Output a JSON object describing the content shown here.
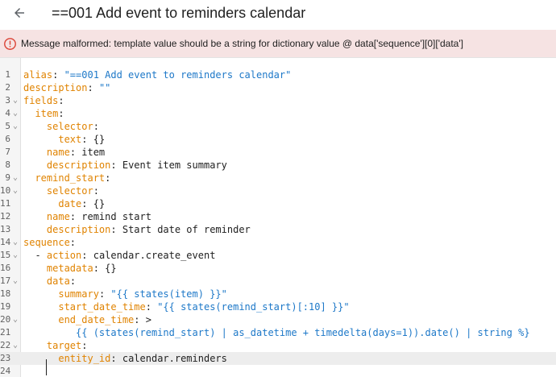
{
  "header": {
    "title": "==001 Add event to reminders calendar",
    "back_icon": "arrow-left-icon"
  },
  "alert": {
    "message": "Message malformed: template value should be a string for dictionary value @ data['sequence'][0]['data']",
    "icon": "error-circle-icon",
    "color": "#db4437",
    "background": "#f6e3e3"
  },
  "editor": {
    "lines": [
      {
        "n": "1",
        "fold": "",
        "parts": [
          {
            "c": "k",
            "t": "alias"
          },
          {
            "c": "p",
            "t": ": "
          },
          {
            "c": "s",
            "t": "\"==001 Add event to reminders calendar\""
          }
        ]
      },
      {
        "n": "2",
        "fold": "",
        "parts": [
          {
            "c": "k",
            "t": "description"
          },
          {
            "c": "p",
            "t": ": "
          },
          {
            "c": "s",
            "t": "\"\""
          }
        ]
      },
      {
        "n": "3",
        "fold": "⌄",
        "parts": [
          {
            "c": "k",
            "t": "fields"
          },
          {
            "c": "p",
            "t": ":"
          }
        ]
      },
      {
        "n": "4",
        "fold": "⌄",
        "parts": [
          {
            "c": "p",
            "t": "  "
          },
          {
            "c": "k",
            "t": "item"
          },
          {
            "c": "p",
            "t": ":"
          }
        ]
      },
      {
        "n": "5",
        "fold": "⌄",
        "parts": [
          {
            "c": "p",
            "t": "    "
          },
          {
            "c": "k",
            "t": "selector"
          },
          {
            "c": "p",
            "t": ":"
          }
        ]
      },
      {
        "n": "6",
        "fold": "",
        "parts": [
          {
            "c": "p",
            "t": "      "
          },
          {
            "c": "k",
            "t": "text"
          },
          {
            "c": "p",
            "t": ": {}"
          }
        ]
      },
      {
        "n": "7",
        "fold": "",
        "parts": [
          {
            "c": "p",
            "t": "    "
          },
          {
            "c": "k",
            "t": "name"
          },
          {
            "c": "p",
            "t": ": item"
          }
        ]
      },
      {
        "n": "8",
        "fold": "",
        "parts": [
          {
            "c": "p",
            "t": "    "
          },
          {
            "c": "k",
            "t": "description"
          },
          {
            "c": "p",
            "t": ": Event item summary"
          }
        ]
      },
      {
        "n": "9",
        "fold": "⌄",
        "parts": [
          {
            "c": "p",
            "t": "  "
          },
          {
            "c": "k",
            "t": "remind_start"
          },
          {
            "c": "p",
            "t": ":"
          }
        ]
      },
      {
        "n": "10",
        "fold": "⌄",
        "parts": [
          {
            "c": "p",
            "t": "    "
          },
          {
            "c": "k",
            "t": "selector"
          },
          {
            "c": "p",
            "t": ":"
          }
        ]
      },
      {
        "n": "11",
        "fold": "",
        "parts": [
          {
            "c": "p",
            "t": "      "
          },
          {
            "c": "k",
            "t": "date"
          },
          {
            "c": "p",
            "t": ": {}"
          }
        ]
      },
      {
        "n": "12",
        "fold": "",
        "parts": [
          {
            "c": "p",
            "t": "    "
          },
          {
            "c": "k",
            "t": "name"
          },
          {
            "c": "p",
            "t": ": remind start"
          }
        ]
      },
      {
        "n": "13",
        "fold": "",
        "parts": [
          {
            "c": "p",
            "t": "    "
          },
          {
            "c": "k",
            "t": "description"
          },
          {
            "c": "p",
            "t": ": Start date of reminder"
          }
        ]
      },
      {
        "n": "14",
        "fold": "⌄",
        "parts": [
          {
            "c": "k",
            "t": "sequence"
          },
          {
            "c": "p",
            "t": ":"
          }
        ]
      },
      {
        "n": "15",
        "fold": "⌄",
        "parts": [
          {
            "c": "p",
            "t": "  - "
          },
          {
            "c": "k",
            "t": "action"
          },
          {
            "c": "p",
            "t": ": calendar.create_event"
          }
        ]
      },
      {
        "n": "16",
        "fold": "",
        "parts": [
          {
            "c": "p",
            "t": "    "
          },
          {
            "c": "k",
            "t": "metadata"
          },
          {
            "c": "p",
            "t": ": {}"
          }
        ]
      },
      {
        "n": "17",
        "fold": "⌄",
        "parts": [
          {
            "c": "p",
            "t": "    "
          },
          {
            "c": "k",
            "t": "data"
          },
          {
            "c": "p",
            "t": ":"
          }
        ]
      },
      {
        "n": "18",
        "fold": "",
        "parts": [
          {
            "c": "p",
            "t": "      "
          },
          {
            "c": "k",
            "t": "summary"
          },
          {
            "c": "p",
            "t": ": "
          },
          {
            "c": "s",
            "t": "\"{{ states(item) }}\""
          }
        ]
      },
      {
        "n": "19",
        "fold": "",
        "parts": [
          {
            "c": "p",
            "t": "      "
          },
          {
            "c": "k",
            "t": "start_date_time"
          },
          {
            "c": "p",
            "t": ": "
          },
          {
            "c": "s",
            "t": "\"{{ states(remind_start)[:10] }}\""
          }
        ]
      },
      {
        "n": "20",
        "fold": "⌄",
        "parts": [
          {
            "c": "p",
            "t": "      "
          },
          {
            "c": "k",
            "t": "end_date_time"
          },
          {
            "c": "p",
            "t": ": >"
          }
        ]
      },
      {
        "n": "21",
        "fold": "",
        "parts": [
          {
            "c": "p",
            "t": "         "
          },
          {
            "c": "s",
            "t": "{{ (states(remind_start) | as_datetime + timedelta(days=1)).date() | string %}"
          }
        ]
      },
      {
        "n": "22",
        "fold": "⌄",
        "parts": [
          {
            "c": "p",
            "t": "    "
          },
          {
            "c": "k",
            "t": "target"
          },
          {
            "c": "p",
            "t": ":"
          }
        ]
      },
      {
        "n": "23",
        "fold": "",
        "parts": [
          {
            "c": "p",
            "t": "      "
          },
          {
            "c": "k",
            "t": "entity_id"
          },
          {
            "c": "p",
            "t": ": calendar.reminders"
          }
        ]
      },
      {
        "n": "24",
        "fold": "",
        "parts": [
          {
            "c": "p",
            "t": ""
          }
        ]
      }
    ]
  }
}
